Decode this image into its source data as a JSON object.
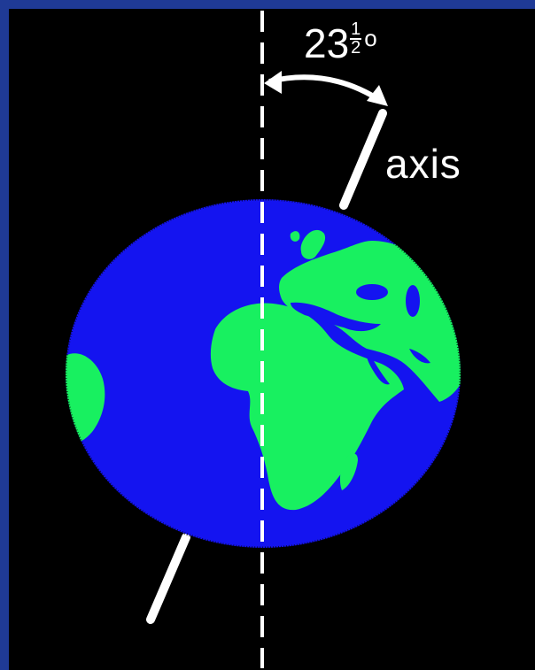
{
  "diagram": {
    "angle": {
      "whole": "23",
      "numerator": "1",
      "denominator": "2",
      "degree_symbol": "o"
    },
    "axis_label": "axis",
    "colors": {
      "ocean": "#1414f0",
      "land": "#18f060",
      "background": "#000000",
      "frame": "#1f3a96",
      "lines": "#ffffff"
    },
    "tilt_degrees": 23.5
  }
}
